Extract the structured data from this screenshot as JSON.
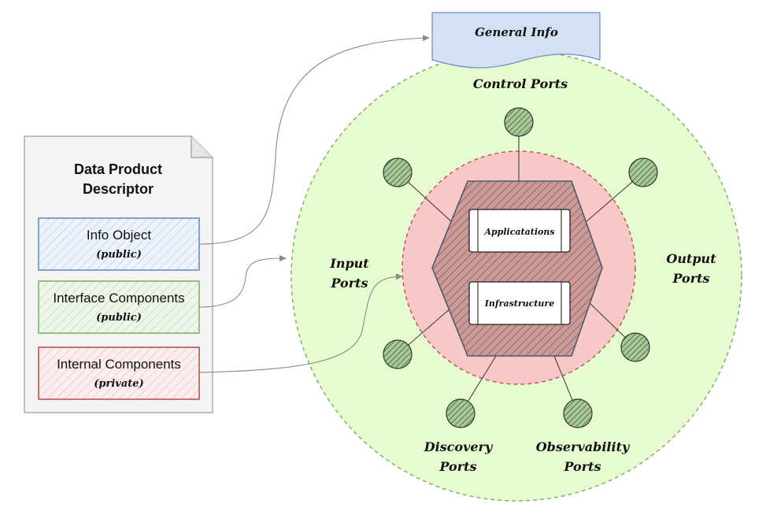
{
  "descriptor": {
    "title_line1": "Data Product",
    "title_line2": "Descriptor",
    "info_object": {
      "label": "Info Object",
      "visibility": "(public)"
    },
    "interface_components": {
      "label": "Interface Components",
      "visibility": "(public)"
    },
    "internal_components": {
      "label": "Internal Components",
      "visibility": "(private)"
    }
  },
  "general_info": "General Info",
  "ports": {
    "control": "Control Ports",
    "input_line1": "Input",
    "input_line2": "Ports",
    "output_line1": "Output",
    "output_line2": "Ports",
    "discovery_line1": "Discovery",
    "discovery_line2": "Ports",
    "observability_line1": "Observability",
    "observability_line2": "Ports"
  },
  "core": {
    "applications": "Applicatations",
    "infrastructure": "Infrastructure"
  },
  "colors": {
    "info_border": "#6c8ebf",
    "interface_border": "#82b366",
    "internal_border": "#b85450",
    "outer_circle_fill": "#e6fbcf",
    "outer_circle_stroke": "#82b366",
    "inner_circle_fill": "#f8c8c8",
    "inner_circle_stroke": "#b85450",
    "hexagon_fill": "#b87a78",
    "port_fill": "#6d9a5c",
    "general_info_fill": "#dae8fc"
  }
}
